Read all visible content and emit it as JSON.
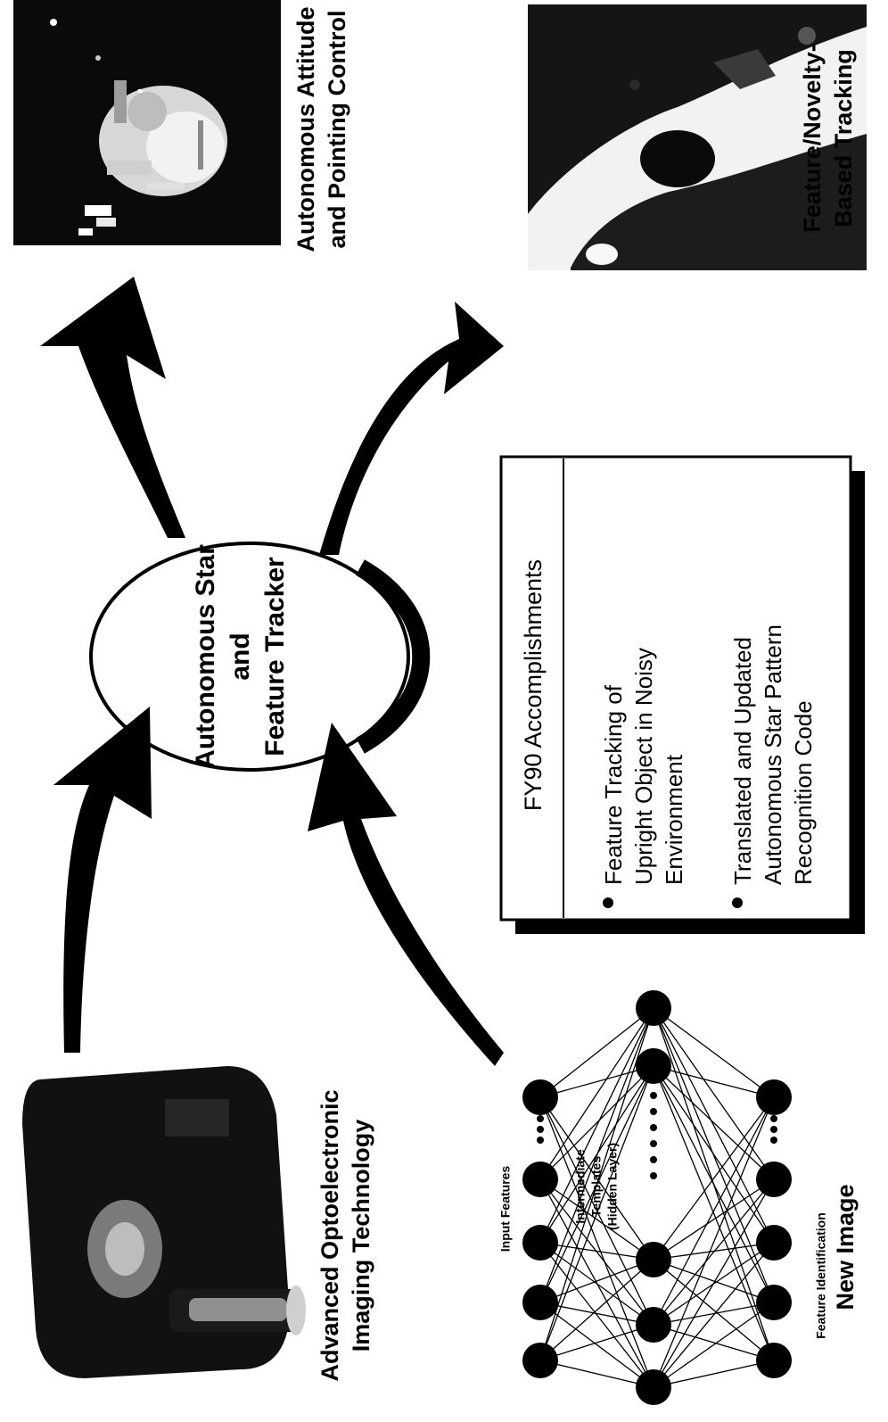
{
  "center": {
    "line1": "Autonomous Star",
    "line2": "and",
    "line3": "Feature Tracker"
  },
  "captions": {
    "camera_line1": "Advanced Optoelectronic",
    "camera_line2": "Imaging Technology",
    "satellite_line1": "Autonomous Attitude",
    "satellite_line2": "and Pointing Control",
    "tracking_line1": "Feature/Novelty-",
    "tracking_line2": "Based Tracking",
    "network": "New Image"
  },
  "network": {
    "input_label": "Input Features",
    "hidden_label_1": "Intermediate",
    "hidden_label_2": "Templates",
    "hidden_label_3": "(Hidden Layer)",
    "output_label": "Feature Identification"
  },
  "accomplishments": {
    "title": "FY90 Accomplishments",
    "item1_line1": "Feature Tracking of",
    "item1_line2": "Upright Object in Noisy",
    "item1_line3": "Environment",
    "item2_line1": "Translated and Updated",
    "item2_line2": "Autonomous Star Pattern",
    "item2_line3": "Recognition Code"
  },
  "colors": {
    "ink": "#000000",
    "paper": "#ffffff",
    "photo_bg": "#0a0a0a",
    "photo_light": "#e6e6e6"
  }
}
